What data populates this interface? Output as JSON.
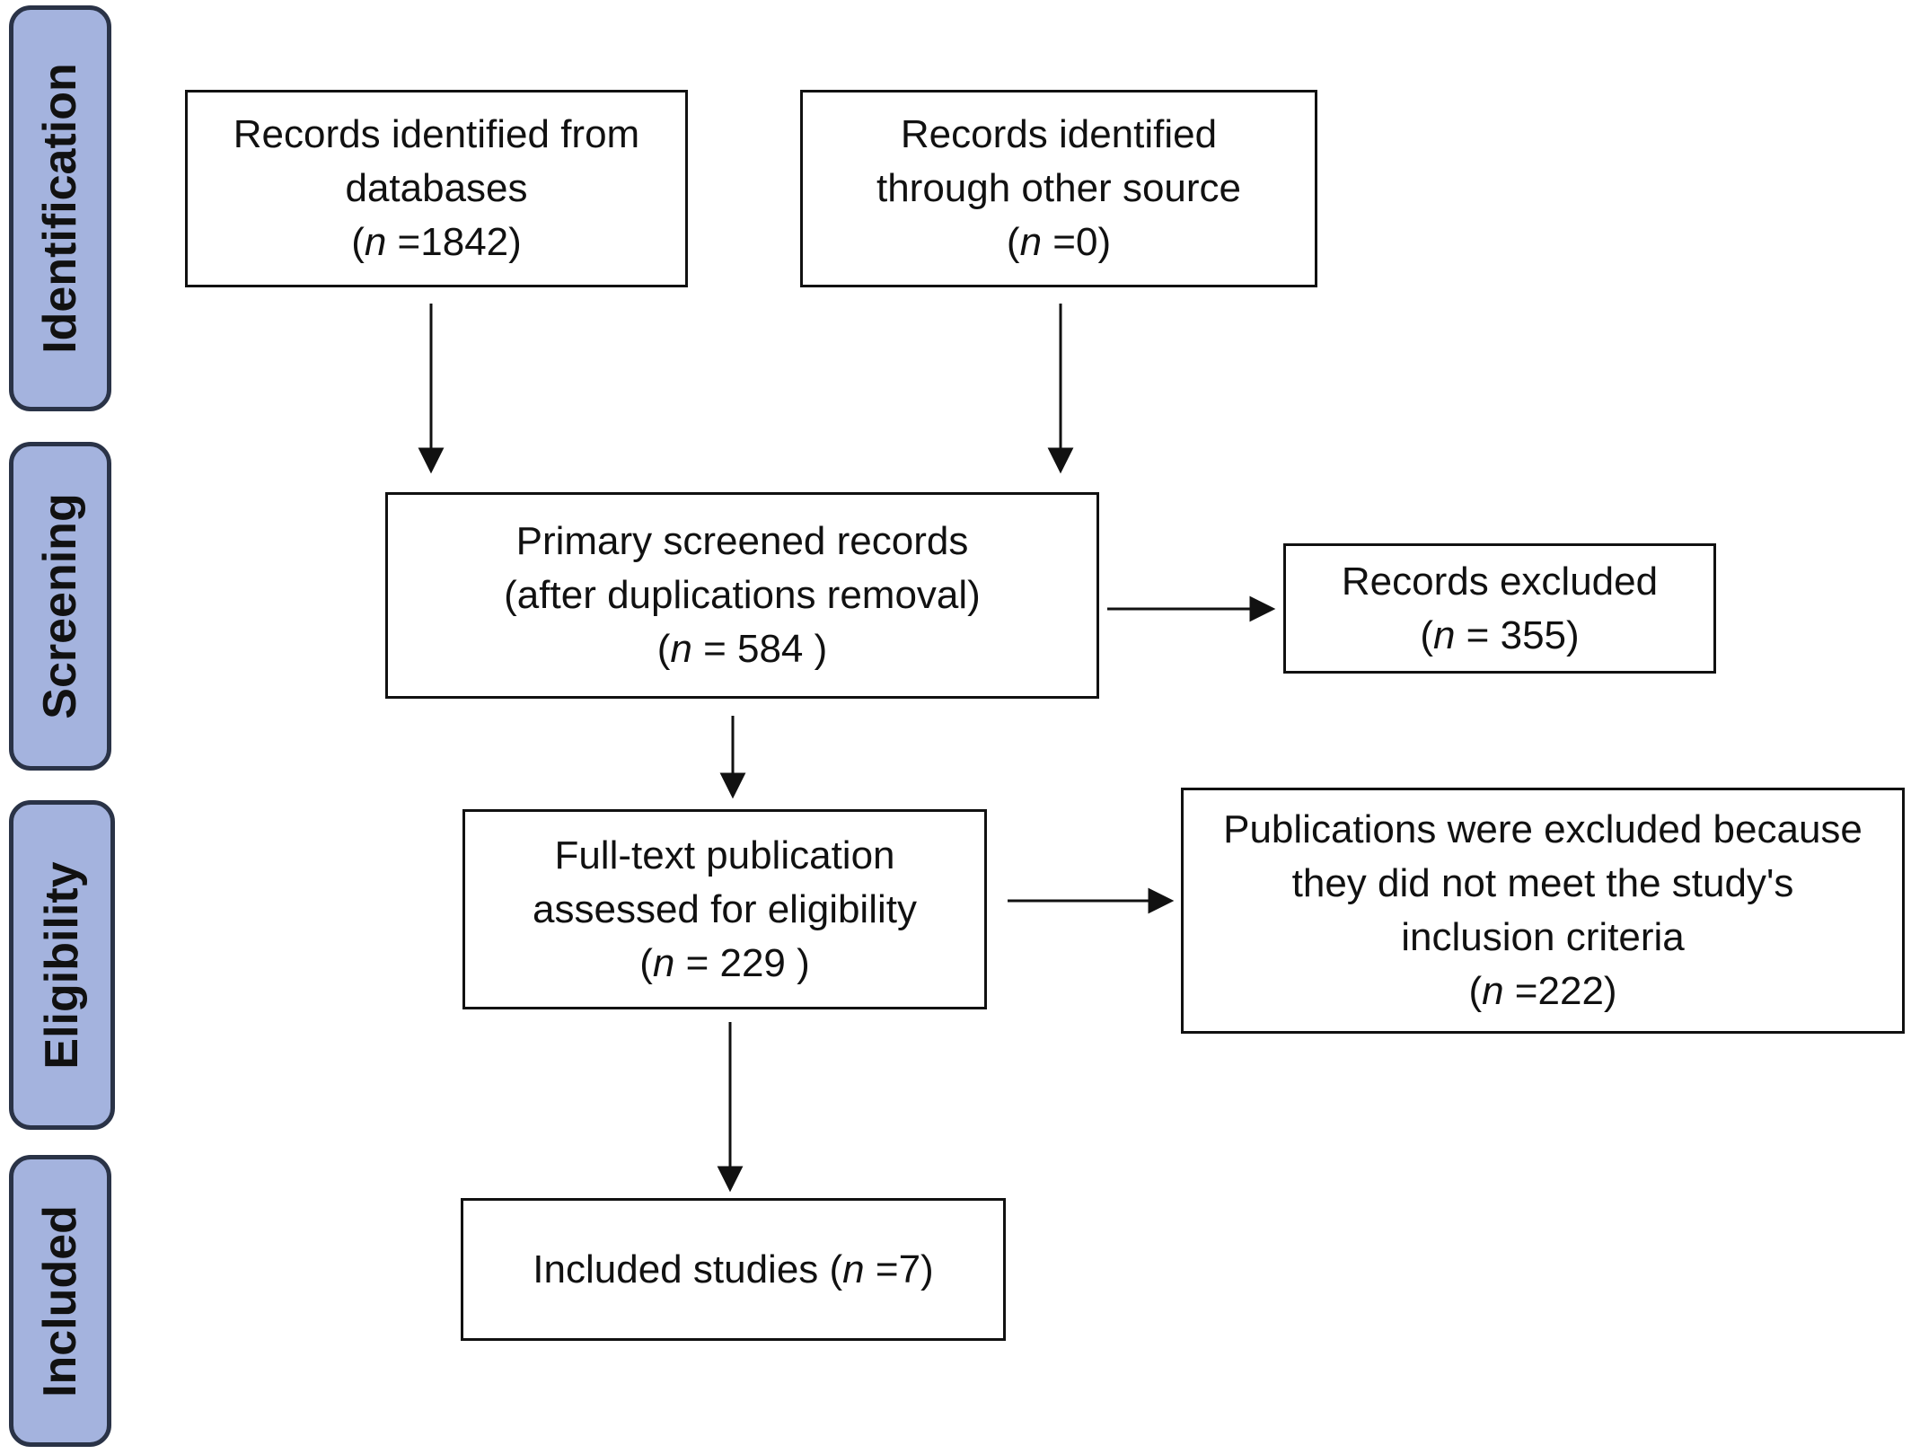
{
  "stages": {
    "identification": "Identification",
    "screening": "Screening",
    "eligibility": "Eligibility",
    "included": "Included"
  },
  "boxes": {
    "databases": {
      "lines": [
        "Records identified from",
        "databases"
      ],
      "n_prefix": "(",
      "n_var": "n",
      "n_value": " =1842)"
    },
    "other_source": {
      "lines": [
        "Records identified",
        "through other source"
      ],
      "n_prefix": "(",
      "n_var": "n",
      "n_value": " =0)"
    },
    "screened": {
      "lines": [
        "Primary screened records",
        "(after duplications removal)"
      ],
      "n_prefix": "(",
      "n_var": "n",
      "n_value": " = 584 )"
    },
    "excluded": {
      "lines": [
        "Records excluded"
      ],
      "n_prefix": "(",
      "n_var": "n",
      "n_value": " = 355)"
    },
    "fulltext": {
      "lines": [
        "Full-text publication",
        "assessed for eligibility"
      ],
      "n_prefix": "(",
      "n_var": "n",
      "n_value": " = 229 )"
    },
    "publications_excluded": {
      "lines": [
        "Publications were excluded because",
        "they did not meet the study's",
        "inclusion criteria"
      ],
      "n_prefix": "(",
      "n_var": "n",
      "n_value": " =222)"
    },
    "included": {
      "text": "Included studies (",
      "n_var": "n",
      "n_value": " =7)"
    }
  },
  "colors": {
    "stage_fill": "#a4b3de",
    "stage_border": "#2a3347",
    "line": "#111111"
  }
}
